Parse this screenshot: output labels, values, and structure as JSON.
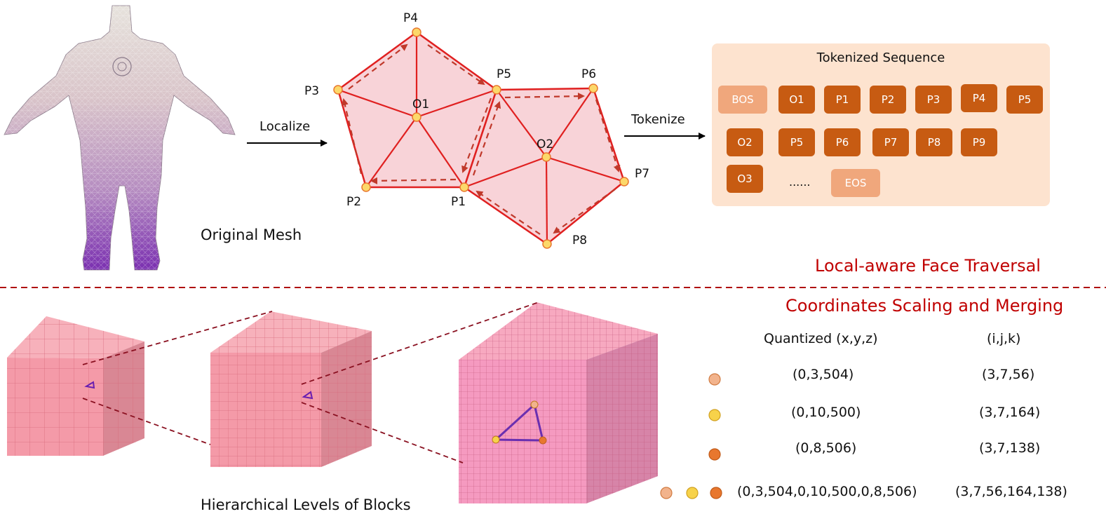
{
  "labels": {
    "original_mesh": "Original Mesh",
    "localize": "Localize",
    "tokenize": "Tokenize",
    "tokenized_sequence": "Tokenized Sequence",
    "local_aware": "Local-aware Face Traversal",
    "coord_scaling": "Coordinates Scaling and Merging",
    "hierarchical": "Hierarchical Levels of Blocks",
    "quantized_header": "Quantized (x,y,z)",
    "ijk_header": "(i,j,k)",
    "ellipsis": "......"
  },
  "mesh_points": {
    "P1": "P1",
    "P2": "P2",
    "P3": "P3",
    "P4": "P4",
    "P5": "P5",
    "P6": "P6",
    "P7": "P7",
    "P8": "P8",
    "O1": "O1",
    "O2": "O2"
  },
  "tokens": {
    "row1": [
      "BOS",
      "O1",
      "P1",
      "P2",
      "P3",
      "P4",
      "P5"
    ],
    "row2": [
      "O2",
      "P5",
      "P6",
      "P7",
      "P8",
      "P9"
    ],
    "row3": [
      "O3",
      "EOS"
    ]
  },
  "table": {
    "rows": [
      {
        "quantized": "(0,3,504)",
        "ijk": "(3,7,56)",
        "dot_color": "#f2b38c"
      },
      {
        "quantized": "(0,10,500)",
        "ijk": "(3,7,164)",
        "dot_color": "#f7d24a"
      },
      {
        "quantized": "(0,8,506)",
        "ijk": "(3,7,138)",
        "dot_color": "#e8772e"
      },
      {
        "quantized": "(0,3,504,0,10,500,0,8,506)",
        "ijk": "(3,7,56,164,138)"
      }
    ]
  },
  "colors": {
    "accent_red": "#e02020",
    "title_red": "#c00000",
    "token_dark": "#c75b12",
    "token_light": "#f0a77c",
    "panel": "#fde3cf",
    "face_fill": "#f8d3d8",
    "cube_pink": "#f49aa8"
  }
}
